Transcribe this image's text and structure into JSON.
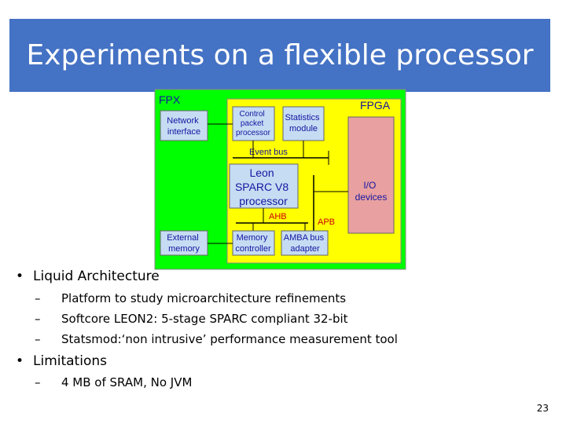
{
  "slide": {
    "title": "Experiments on a flexible processor",
    "page_number": "23"
  },
  "diagram": {
    "fpx_label": "FPX",
    "fpga_label": "FPGA",
    "network_interface": [
      "Network",
      "interface"
    ],
    "external_memory": [
      "External",
      "memory"
    ],
    "control_packet_processor": [
      "Control",
      "packet",
      "processor"
    ],
    "statistics_module": [
      "Statistics",
      "module"
    ],
    "event_bus": "Event bus",
    "leon_processor": [
      "Leon",
      "SPARC V8",
      "processor"
    ],
    "io_devices": [
      "I/O",
      "devices"
    ],
    "ahb": "AHB",
    "apb": "APB",
    "memory_controller": [
      "Memory",
      "controller"
    ],
    "amba_bus_adapter": [
      "AMBA bus",
      "adapter"
    ],
    "colors": {
      "fpx_bg": "#00ff00",
      "fpga_bg": "#ffff00",
      "block_blue": "#c5dcf3",
      "io_red": "#e8a0a0",
      "label_blue": "#1515a0",
      "label_red": "#cc0000",
      "title_bar": "#4472c4"
    }
  },
  "bullets": [
    {
      "text": "Liquid Architecture",
      "subitems": [
        "Platform to study microarchitecture refinements",
        "Softcore LEON2: 5-stage SPARC compliant 32-bit",
        "Statsmod:‘non intrusive’ performance measurement tool"
      ]
    },
    {
      "text": "Limitations",
      "subitems": [
        "4 MB of SRAM, No JVM"
      ]
    }
  ]
}
